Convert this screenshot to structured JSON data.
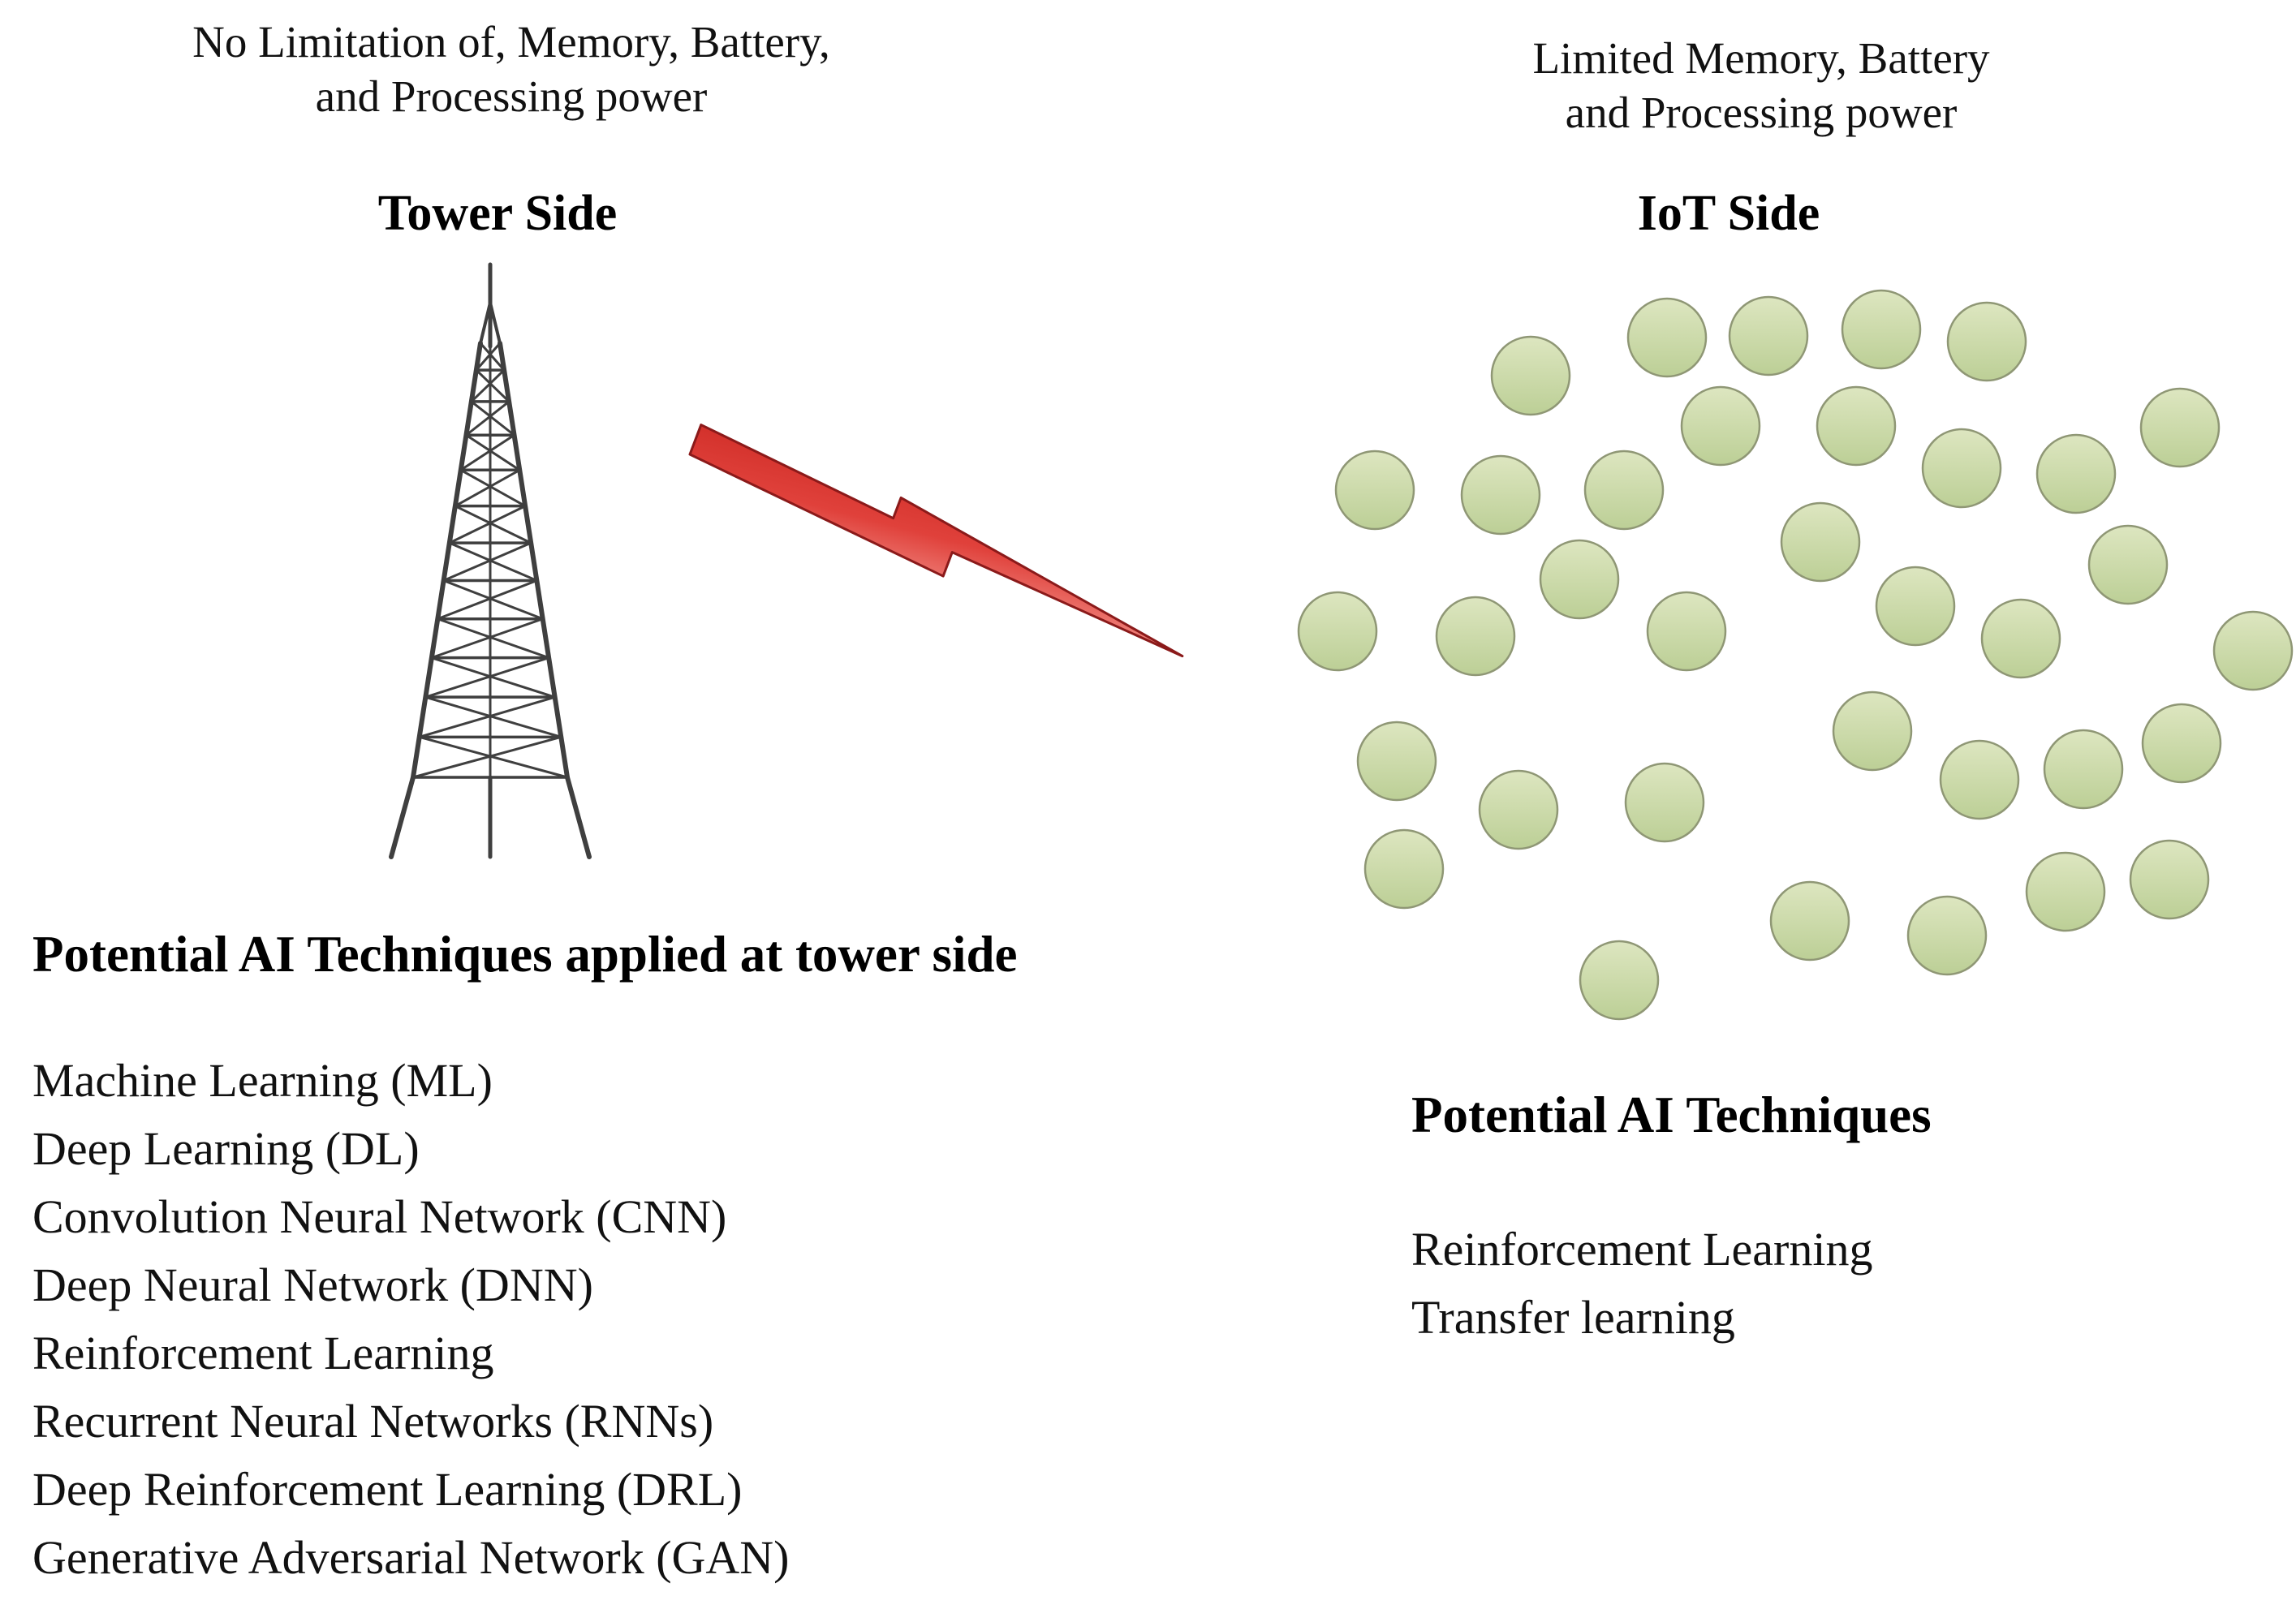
{
  "tower_side": {
    "note_line1": "No Limitation of, Memory, Battery,",
    "note_line2": "and Processing power",
    "title": "Tower Side",
    "techniques_heading": "Potential AI Techniques applied at tower side",
    "techniques": [
      "Machine Learning (ML)",
      "Deep Learning (DL)",
      "Convolution Neural Network (CNN)",
      "Deep Neural Network (DNN)",
      "Reinforcement Learning",
      "Recurrent Neural Networks (RNNs)",
      "Deep Reinforcement Learning (DRL)",
      "Generative Adversarial Network (GAN)"
    ]
  },
  "iot_side": {
    "note_line1": "Limited Memory, Battery",
    "note_line2": "and Processing power",
    "title": "IoT Side",
    "techniques_heading": "Potential AI Techniques",
    "techniques": [
      "Reinforcement Learning",
      "Transfer learning"
    ]
  },
  "icons": {
    "tower": "radio-tower-icon",
    "link": "lightning-bolt-icon",
    "devices": "iot-device-dots"
  },
  "colors": {
    "bolt_fill": "#e0413b",
    "bolt_fill_light": "#f2938c",
    "bolt_stroke": "#8b1a1a",
    "device_fill_top": "#dde6c0",
    "device_fill_bottom": "#bccf96",
    "device_stroke": "#8f9775",
    "tower_stroke": "#3f3f3f",
    "text": "#1a1a1a"
  }
}
